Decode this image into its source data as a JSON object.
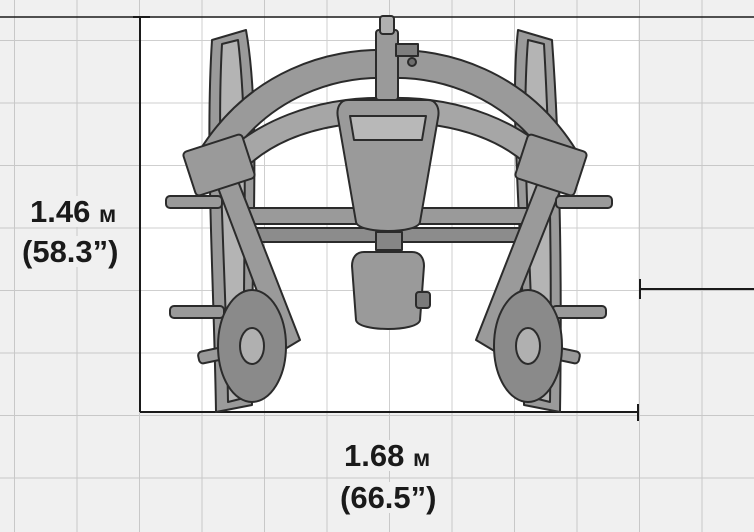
{
  "dimensions": {
    "height_metric": "1.46",
    "height_metric_unit": "м",
    "height_imperial": "(58.3”)",
    "width_metric": "1.68",
    "width_metric_unit": "м",
    "width_imperial": "(66.5”)"
  },
  "colors": {
    "frame_fill": "#9a9a9a",
    "frame_stroke": "#2b2b2b",
    "dimension_line": "#1a1a1a",
    "grid_line": "#c8c8c8",
    "outer_background": "#f0f0f0"
  }
}
